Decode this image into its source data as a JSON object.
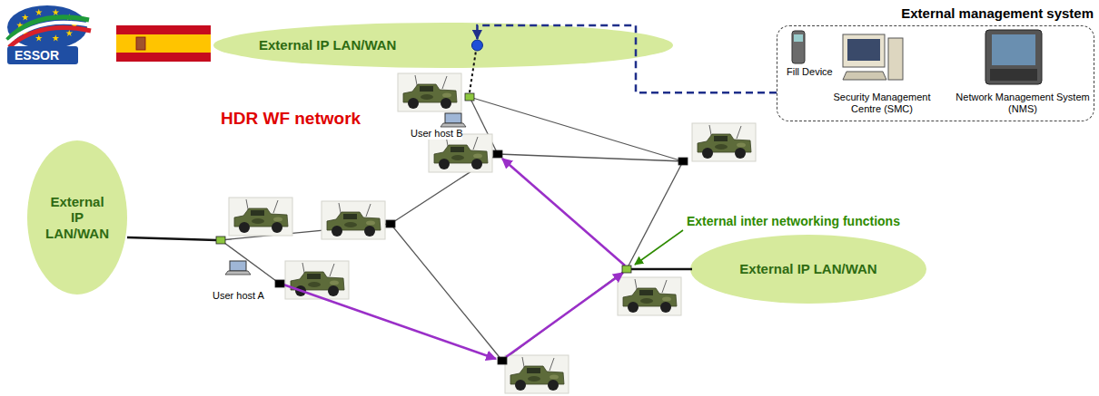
{
  "diagram": {
    "nodes": [
      {
        "text": [
          "External IP LAN/WAN"
        ]
      },
      {
        "text": [
          "External IP LAN/WAN"
        ]
      },
      {
        "text": [
          "External IP LAN/WAN"
        ]
      },
      {
        "text": [
          "External management system"
        ]
      },
      {
        "text": [
          "Fill Device"
        ],
        "in": 3
      },
      {
        "text": [
          "Security Management Centre (SMC)"
        ],
        "in": 3
      },
      {
        "text": [
          "Network Management System (NMS)"
        ],
        "in": 3
      }
    ],
    "edges": [
      {
        "from": 3,
        "to": 0,
        "arrow": "to"
      }
    ],
    "labels": [
      "ESSOR",
      "HDR WF network",
      "User host B",
      "External inter networking functions",
      "User host A"
    ]
  }
}
